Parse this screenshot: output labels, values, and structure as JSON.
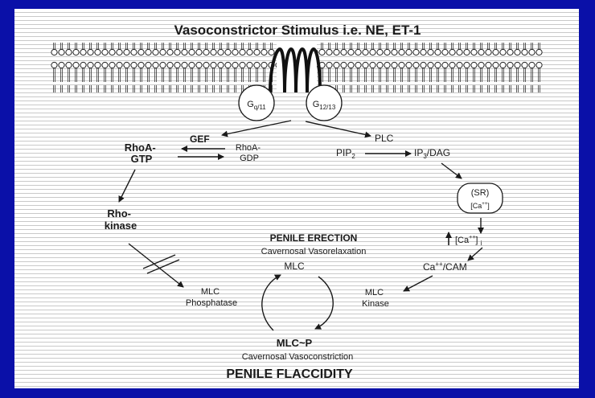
{
  "title": "Vasoconstrictor Stimulus i.e. NE, ET-1",
  "g_proteins": {
    "gq": "Gq/11",
    "g12": "G12/13"
  },
  "rho_pathway": {
    "gef": "GEF",
    "rhoa_gtp": [
      "RhoA-",
      "GTP"
    ],
    "rhoa_gdp": [
      "RhoA-",
      "GDP"
    ],
    "rho_kinase": [
      "Rho-",
      "kinase"
    ]
  },
  "plc_pathway": {
    "plc": "PLC",
    "pip2": "PIP2",
    "ip3_dag": "IP3/DAG",
    "sr": "(SR)",
    "sr_ca": "[Ca++]",
    "ca_i": "[Ca++] i",
    "ca_cam": "Ca++/CAM"
  },
  "cycle": {
    "erection_title": "PENILE ERECTION",
    "vasorelaxation": "Cavernosal Vasorelaxation",
    "mlc": "MLC",
    "mlc_phosphatase": [
      "MLC",
      "Phosphatase"
    ],
    "mlc_kinase": [
      "MLC",
      "Kinase"
    ],
    "mlc_p": "MLC~P",
    "vasoconstriction": "Cavernosal Vasoconstriction",
    "flaccidity_title": "PENILE FLACCIDITY"
  }
}
